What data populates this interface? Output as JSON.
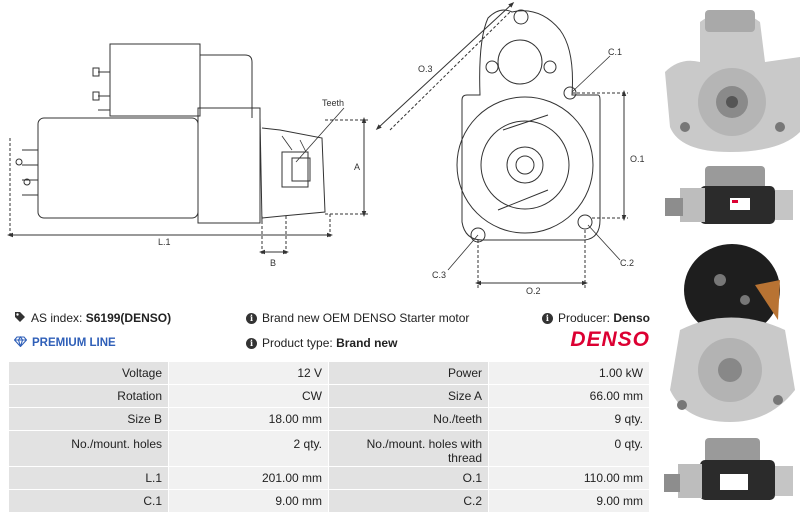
{
  "drawing_labels": {
    "teeth": "Teeth",
    "a": "A",
    "b": "B",
    "l1": "L.1",
    "o3": "O.3",
    "c1": "C.1",
    "o1": "O.1",
    "c3": "C.3",
    "c2": "C.2",
    "o2": "O.2"
  },
  "info": {
    "as_index_label": "AS index:",
    "as_index_value": "S6199(DENSO)",
    "premium_line": "PREMIUM LINE",
    "description": "Brand new OEM DENSO Starter motor",
    "product_type_label": "Product type:",
    "product_type_value": "Brand new",
    "producer_label": "Producer:",
    "producer_value": "Denso",
    "logo_text": "DENSO"
  },
  "specs": [
    {
      "l1": "Voltage",
      "v1": "12 V",
      "l2": "Power",
      "v2": "1.00 kW"
    },
    {
      "l1": "Rotation",
      "v1": "CW",
      "l2": "Size A",
      "v2": "66.00 mm"
    },
    {
      "l1": "Size B",
      "v1": "18.00 mm",
      "l2": "No./teeth",
      "v2": "9 qty."
    },
    {
      "l1": "No./mount. holes",
      "v1": "2 qty.",
      "l2": "No./mount. holes with thread",
      "v2": "0 qty."
    },
    {
      "l1": "L.1",
      "v1": "201.00 mm",
      "l2": "O.1",
      "v2": "110.00 mm"
    },
    {
      "l1": "C.1",
      "v1": "9.00 mm",
      "l2": "C.2",
      "v2": "9.00 mm"
    }
  ],
  "colors": {
    "brand_red": "#dc0032",
    "premium_blue": "#2f5fb8",
    "label_bg": "#e2e2e2",
    "value_bg": "#f1f1f1"
  }
}
